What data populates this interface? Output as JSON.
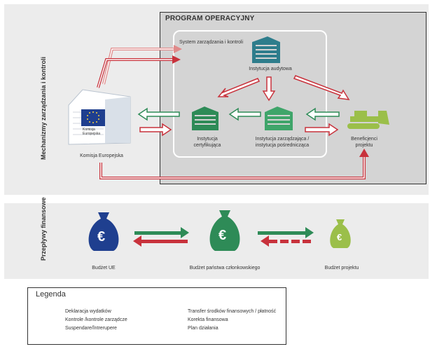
{
  "top_panel": {
    "side_label": "Mechanizmy zarządzania i kontroli",
    "program_title": "PROGRAM OPERACYJNY",
    "system_title": "System zarządzania i kontroli"
  },
  "nodes": {
    "audit": "Instytucja audytowa",
    "cert_1": "Instytucja",
    "cert_2": "certyfikująca",
    "mgmt_1": "Instytucja zarządzająca /",
    "mgmt_2": "instytucja pośrednicząca",
    "benef_1": "Beneficjenci",
    "benef_2": "projektu",
    "ec": "Komisja Europejska",
    "ec_sign_1": "Komisja",
    "ec_sign_2": "Europejska"
  },
  "bottom_panel": {
    "side_label": "Przepływy finansowe",
    "budget_eu": "Budżet UE",
    "budget_state": "Budżet państwa członkowskiego",
    "budget_project": "Budżet projektu",
    "currency_symbol": "€"
  },
  "legend": {
    "title": "Legenda",
    "items_left": [
      "Deklaracja wydatków",
      "Kontrole /kontrole zarządcze",
      "Suspendare/întrerupere"
    ],
    "items_right": [
      "Transfer środków finansowych / płatność",
      "Korekta finansowa",
      "Plan działania"
    ]
  },
  "colors": {
    "green": "#2e8b57",
    "light_green": "#9bbf4a",
    "red": "#c8323c",
    "pink": "#e08a8a",
    "navy": "#1f3f8f",
    "teal": "#2e7d8c"
  }
}
